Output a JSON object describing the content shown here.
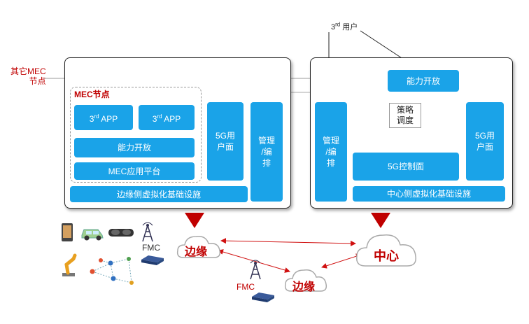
{
  "labels": {
    "third_user": "3rd 用户",
    "third_sup": "rd",
    "third_user_suffix": " 用户",
    "other_mec": "其它MEC\n节点",
    "mec_node": "MEC节点"
  },
  "edge_panel": {
    "app1_prefix": "3",
    "app1_sup": "rd",
    "app1_suffix": " APP",
    "app2_prefix": "3",
    "app2_sup": "rd",
    "app2_suffix": " APP",
    "capability_open": "能力开放",
    "mec_platform": "MEC应用平台",
    "user_plane_5g": "5G用\n户面",
    "mgmt": "管理\n/编\n排",
    "infra": "边缘侧虚拟化基础设施"
  },
  "center_panel": {
    "capability_open": "能力开放",
    "mgmt": "管理\n/编\n排",
    "policy": "策略\n调度",
    "control_5g": "5G控制面",
    "user_plane_5g": "5G用\n户面",
    "infra": "中心侧虚拟化基础设施"
  },
  "network": {
    "edge1": "边缘",
    "edge2": "边缘",
    "center": "中心",
    "fmc1": "FMC",
    "fmc2": "FMC"
  },
  "colors": {
    "blue_box": "#1aa3e8",
    "red": "#c00000",
    "arrow_red": "#d01010"
  },
  "icons": [
    "phone-icon",
    "car-icon",
    "vr-glasses-icon",
    "robot-arm-icon",
    "iot-network-icon",
    "tower-icon",
    "router-icon",
    "cloud-icon"
  ]
}
